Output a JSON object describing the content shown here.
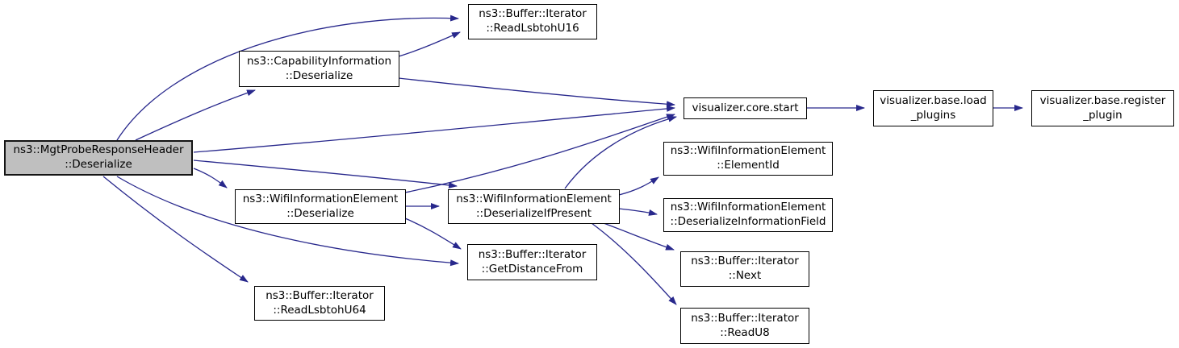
{
  "diagram": {
    "type": "call-graph",
    "edge_color": "#28288c",
    "node_fill": "#ffffff",
    "node_border_color": "#000000",
    "highlight_fill": "#bfbfbf",
    "nodes": [
      {
        "id": "mgt-probe-response-header-deserialize",
        "line1": "ns3::MgtProbeResponseHeader",
        "line2": "::Deserialize",
        "highlighted": true
      },
      {
        "id": "buffer-iterator-read-lsbtoh-u16",
        "line1": "ns3::Buffer::Iterator",
        "line2": "::ReadLsbtohU16"
      },
      {
        "id": "capability-information-deserialize",
        "line1": "ns3::CapabilityInformation",
        "line2": "::Deserialize"
      },
      {
        "id": "visualizer-core-start",
        "line1": "visualizer.core.start",
        "line2": ""
      },
      {
        "id": "visualizer-base-load-plugins",
        "line1": "visualizer.base.load",
        "line2": "_plugins"
      },
      {
        "id": "visualizer-base-register-plugin",
        "line1": "visualizer.base.register",
        "line2": "_plugin"
      },
      {
        "id": "wifi-information-element-element-id",
        "line1": "ns3::WifiInformationElement",
        "line2": "::ElementId"
      },
      {
        "id": "wifi-information-element-deserialize",
        "line1": "ns3::WifiInformationElement",
        "line2": "::Deserialize"
      },
      {
        "id": "wifi-information-element-deserialize-if-present",
        "line1": "ns3::WifiInformationElement",
        "line2": "::DeserializeIfPresent"
      },
      {
        "id": "wifi-information-element-deserialize-information-field",
        "line1": "ns3::WifiInformationElement",
        "line2": "::DeserializeInformationField"
      },
      {
        "id": "buffer-iterator-next",
        "line1": "ns3::Buffer::Iterator",
        "line2": "::Next"
      },
      {
        "id": "buffer-iterator-get-distance-from",
        "line1": "ns3::Buffer::Iterator",
        "line2": "::GetDistanceFrom"
      },
      {
        "id": "buffer-iterator-read-lsbtoh-u64",
        "line1": "ns3::Buffer::Iterator",
        "line2": "::ReadLsbtohU64"
      },
      {
        "id": "buffer-iterator-read-u8",
        "line1": "ns3::Buffer::Iterator",
        "line2": "::ReadU8"
      }
    ],
    "edges": [
      {
        "from": "mgt-probe-response-header-deserialize",
        "to": "buffer-iterator-read-lsbtoh-u16"
      },
      {
        "from": "mgt-probe-response-header-deserialize",
        "to": "capability-information-deserialize"
      },
      {
        "from": "mgt-probe-response-header-deserialize",
        "to": "visualizer-core-start"
      },
      {
        "from": "mgt-probe-response-header-deserialize",
        "to": "wifi-information-element-deserialize-if-present"
      },
      {
        "from": "mgt-probe-response-header-deserialize",
        "to": "wifi-information-element-deserialize"
      },
      {
        "from": "mgt-probe-response-header-deserialize",
        "to": "buffer-iterator-get-distance-from"
      },
      {
        "from": "mgt-probe-response-header-deserialize",
        "to": "buffer-iterator-read-lsbtoh-u64"
      },
      {
        "from": "capability-information-deserialize",
        "to": "buffer-iterator-read-lsbtoh-u16"
      },
      {
        "from": "capability-information-deserialize",
        "to": "visualizer-core-start"
      },
      {
        "from": "visualizer-core-start",
        "to": "visualizer-base-load-plugins"
      },
      {
        "from": "visualizer-base-load-plugins",
        "to": "visualizer-base-register-plugin"
      },
      {
        "from": "wifi-information-element-deserialize",
        "to": "wifi-information-element-deserialize-if-present"
      },
      {
        "from": "wifi-information-element-deserialize",
        "to": "visualizer-core-start"
      },
      {
        "from": "wifi-information-element-deserialize",
        "to": "buffer-iterator-get-distance-from"
      },
      {
        "from": "wifi-information-element-deserialize-if-present",
        "to": "wifi-information-element-element-id"
      },
      {
        "from": "wifi-information-element-deserialize-if-present",
        "to": "visualizer-core-start"
      },
      {
        "from": "wifi-information-element-deserialize-if-present",
        "to": "wifi-information-element-deserialize-information-field"
      },
      {
        "from": "wifi-information-element-deserialize-if-present",
        "to": "buffer-iterator-next"
      },
      {
        "from": "wifi-information-element-deserialize-if-present",
        "to": "buffer-iterator-read-u8"
      }
    ]
  }
}
